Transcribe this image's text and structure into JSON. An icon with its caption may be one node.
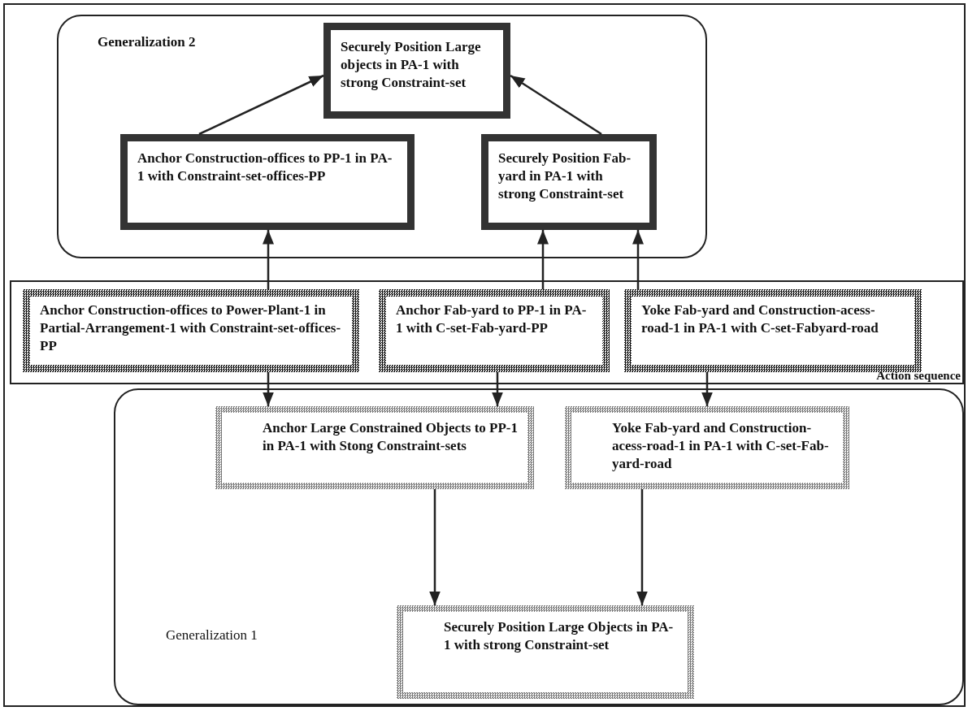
{
  "diagram": {
    "nodes": [
      {
        "text": [
          "Generalization 2"
        ]
      },
      {
        "text": [
          "Securely Position Large objects in PA-1 with strong Constraint-set"
        ],
        "in": 0
      },
      {
        "text": [
          "Anchor Construction-offices to PP-1 in PA-1 with Constraint-set-offices-PP"
        ],
        "in": 0
      },
      {
        "text": [
          "Securely Position Fab-yard in PA-1 with strong Constraint-set"
        ],
        "in": 0
      },
      {
        "text": [
          "Action sequence"
        ]
      },
      {
        "text": [
          "**Anchor** Construction-offices to Power-Plant-1 in Partial-Arrangement-1 with Constraint-set-offices-PP"
        ],
        "in": 4
      },
      {
        "text": [
          "**Anchor** Fab-yard to PP-1 in PA-1 with C-set-Fab-yard-PP"
        ],
        "in": 4
      },
      {
        "text": [
          "**Yoke** Fab-yard and Construction-acess-road-1 in PA-1 with C-set-Fabyard-road"
        ],
        "in": 4
      },
      {
        "text": [
          "Generalization 1"
        ]
      },
      {
        "text": [
          "**Anchor** Large Constrained Objects to PP-1 in PA-1 with Stong Constraint-sets"
        ],
        "in": 8
      },
      {
        "text": [
          "**Yoke** Fab-yard and Construction-acess-road-1 in PA-1 with C-set-Fab-yard-road"
        ],
        "in": 8
      },
      {
        "text": [
          "Securely **Position** Large Objects in PA-1 with strong Constraint-set"
        ],
        "in": 8
      }
    ],
    "edges": [
      {
        "from": 2,
        "to": 1,
        "arrow": "to"
      },
      {
        "from": 3,
        "to": 1,
        "arrow": "to"
      },
      {
        "from": 5,
        "to": 2,
        "arrow": "to"
      },
      {
        "from": 6,
        "to": 3,
        "arrow": "to"
      },
      {
        "from": 7,
        "to": 3,
        "arrow": "to"
      },
      {
        "from": 5,
        "to": 9,
        "arrow": "to"
      },
      {
        "from": 6,
        "to": 9,
        "arrow": "to"
      },
      {
        "from": 7,
        "to": 10,
        "arrow": "to"
      },
      {
        "from": 9,
        "to": 11,
        "arrow": "to"
      },
      {
        "from": 10,
        "to": 11,
        "arrow": "to"
      }
    ]
  }
}
